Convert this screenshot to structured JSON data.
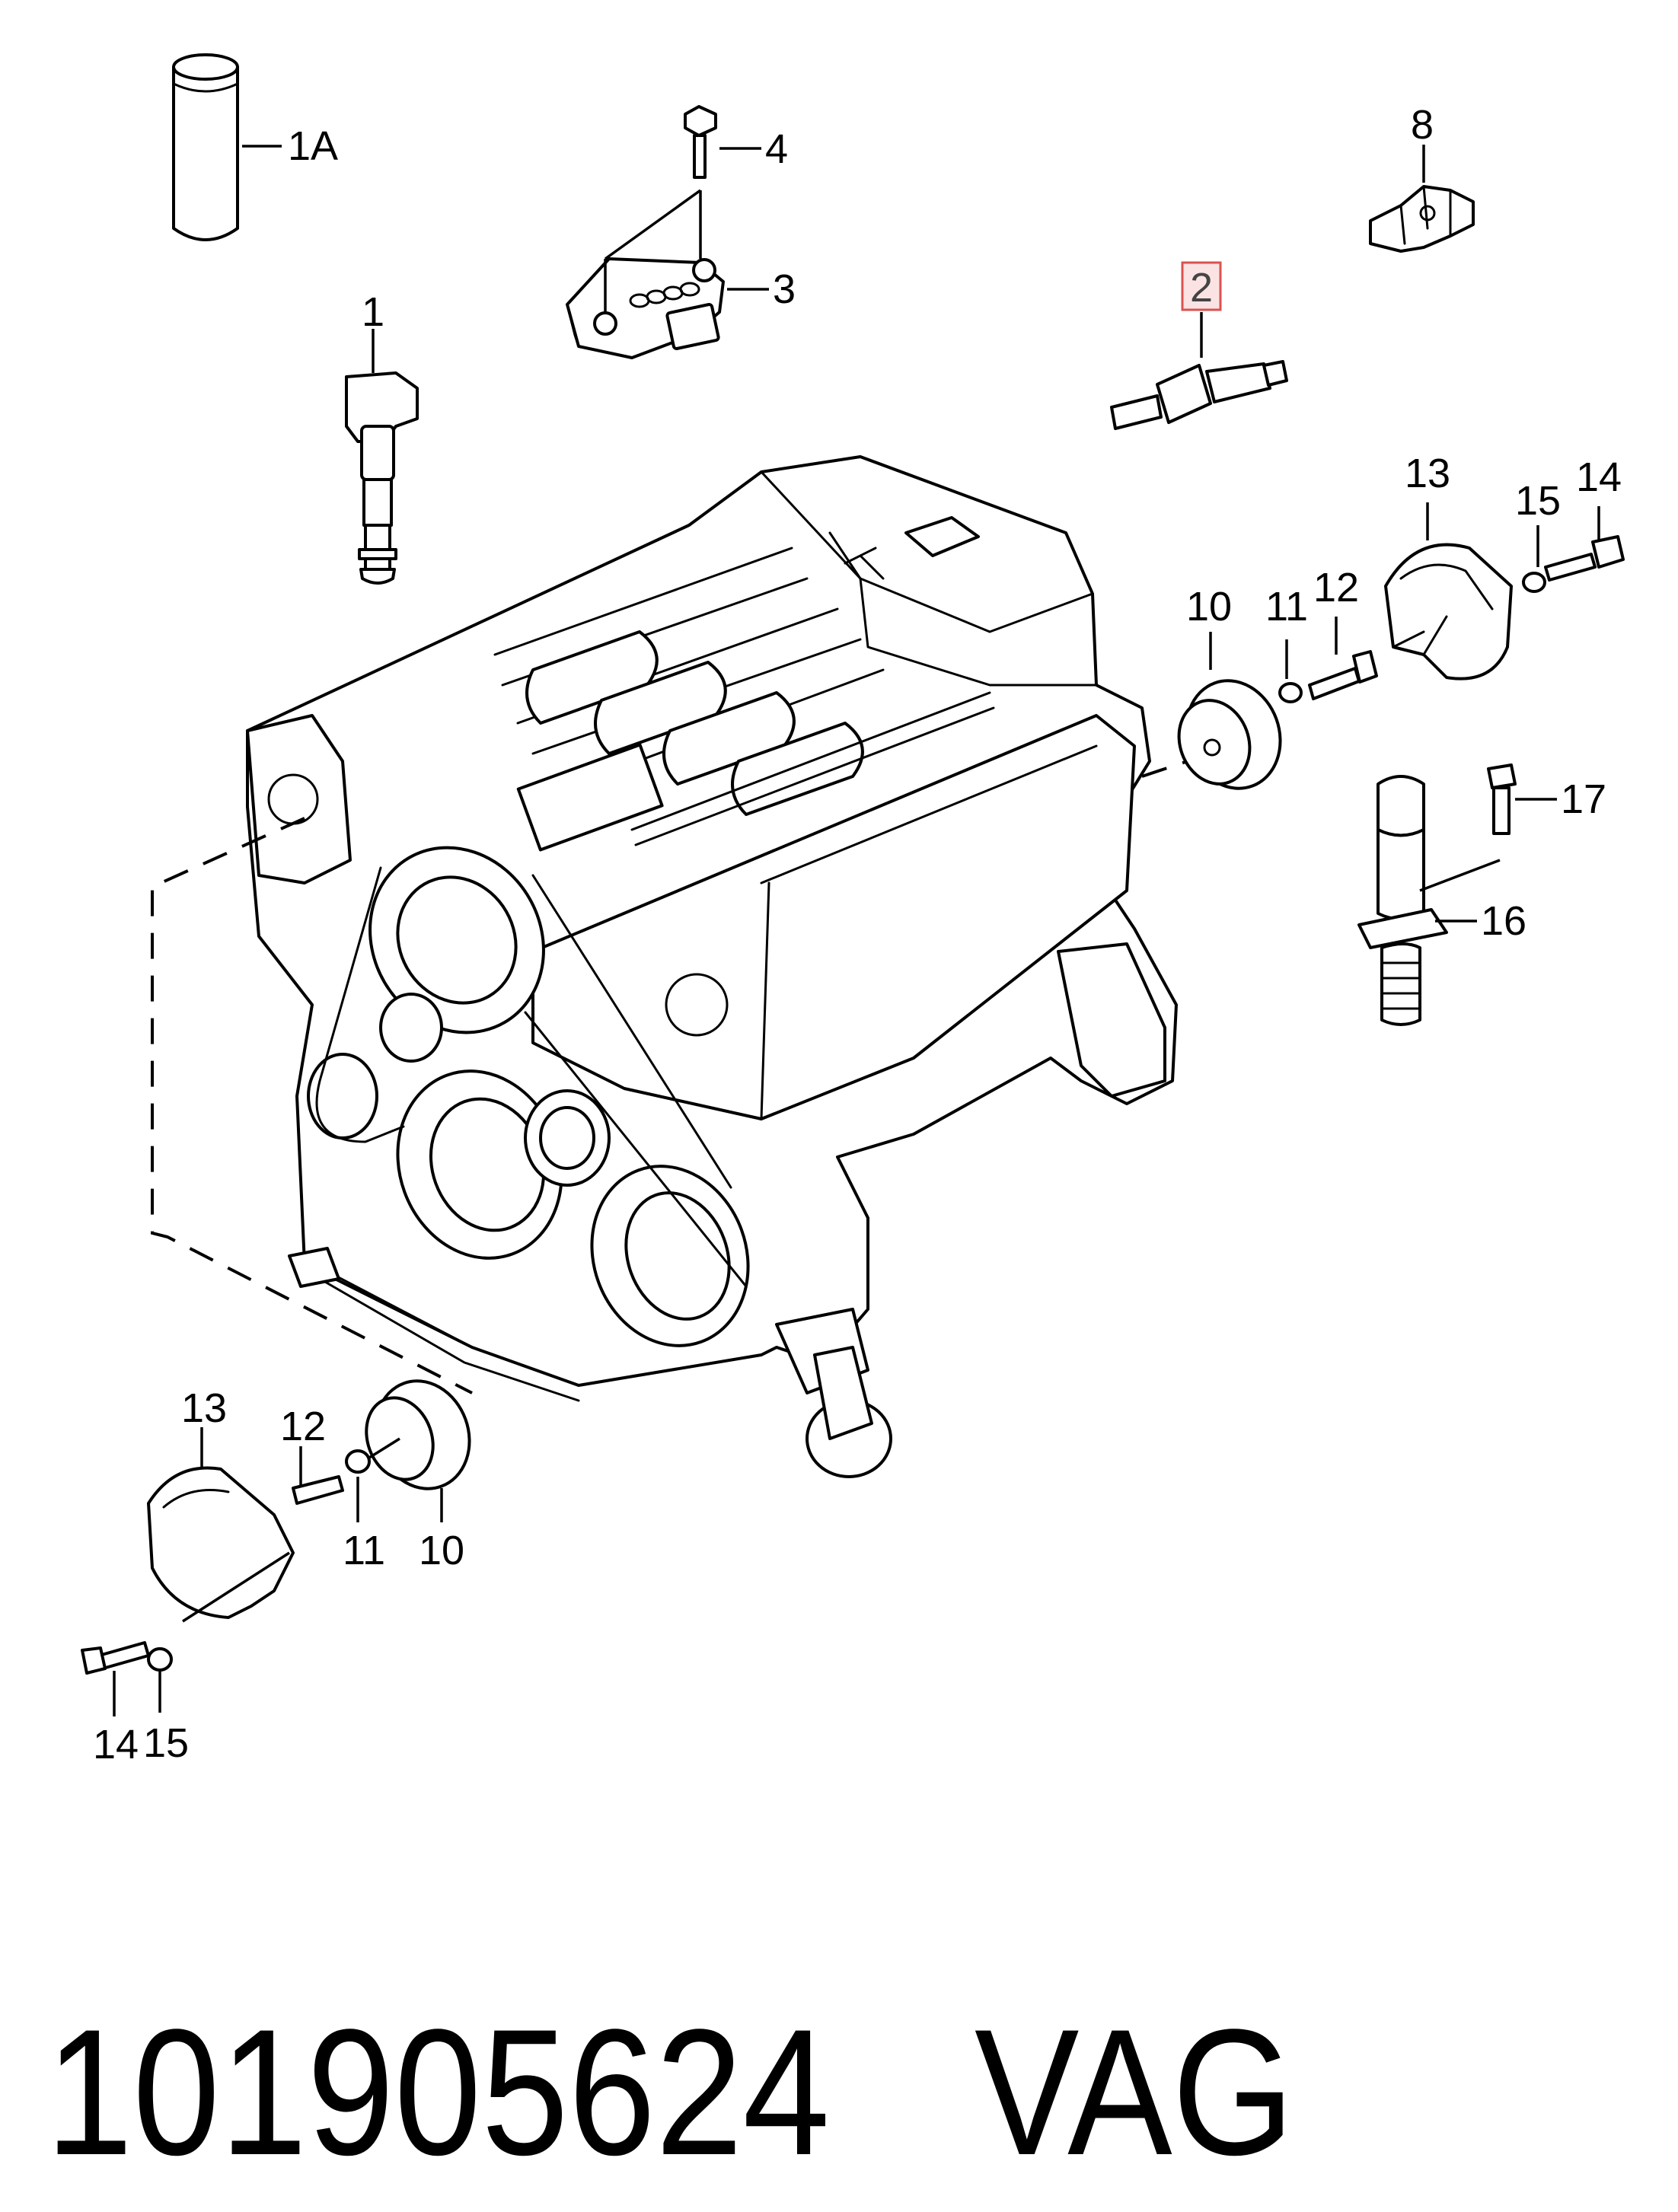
{
  "diagram": {
    "callouts": {
      "c1A": "1A",
      "c1": "1",
      "c2": "2",
      "c3": "3",
      "c4": "4",
      "c8": "8",
      "c10a": "10",
      "c11a": "11",
      "c12a": "12",
      "c13a": "13",
      "c14a": "14",
      "c15a": "15",
      "c16": "16",
      "c17": "17",
      "c10b": "10",
      "c11b": "11",
      "c12b": "12",
      "c13b": "13",
      "c14b": "14",
      "c15b": "15"
    },
    "highlight_color": "#d9534f",
    "highlight_fill": "#fbe3e3"
  },
  "footer": {
    "part_number": "101905624",
    "brand": "VAG"
  }
}
